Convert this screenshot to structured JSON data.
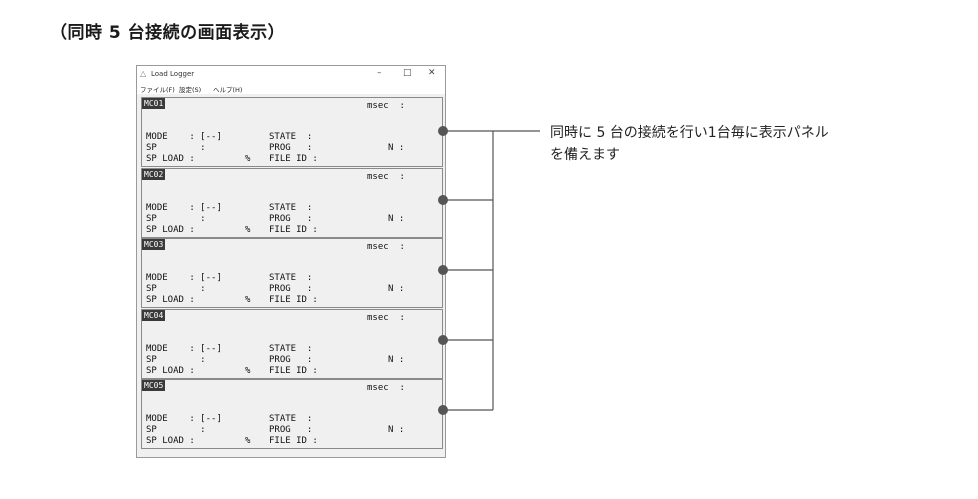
{
  "heading": "（同時 5 台接続の画面表示）",
  "window": {
    "title": "Load Logger",
    "controls": {
      "minimize": "–",
      "maximize": "□",
      "close": "✕"
    },
    "menu": [
      "ファイル(F)",
      "設定(S)",
      "ヘルプ(H)"
    ]
  },
  "panels": [
    {
      "id": "MC01",
      "msec": "msec  :",
      "mode": "MODE    : [--]",
      "sp": "SP        :",
      "spload": "SP LOAD :",
      "pct": "%",
      "state": "STATE  :",
      "prog": "PROG   :",
      "n": "N :",
      "fileid": "FILE ID :"
    },
    {
      "id": "MC02",
      "msec": "msec  :",
      "mode": "MODE    : [--]",
      "sp": "SP        :",
      "spload": "SP LOAD :",
      "pct": "%",
      "state": "STATE  :",
      "prog": "PROG   :",
      "n": "N :",
      "fileid": "FILE ID :"
    },
    {
      "id": "MC03",
      "msec": "msec  :",
      "mode": "MODE    : [--]",
      "sp": "SP        :",
      "spload": "SP LOAD :",
      "pct": "%",
      "state": "STATE  :",
      "prog": "PROG   :",
      "n": "N :",
      "fileid": "FILE ID :"
    },
    {
      "id": "MC04",
      "msec": "msec  :",
      "mode": "MODE    : [--]",
      "sp": "SP        :",
      "spload": "SP LOAD :",
      "pct": "%",
      "state": "STATE  :",
      "prog": "PROG   :",
      "n": "N :",
      "fileid": "FILE ID :"
    },
    {
      "id": "MC05",
      "msec": "msec  :",
      "mode": "MODE    : [--]",
      "sp": "SP        :",
      "spload": "SP LOAD :",
      "pct": "%",
      "state": "STATE  :",
      "prog": "PROG   :",
      "n": "N :",
      "fileid": "FILE ID :"
    }
  ],
  "callout": {
    "line1": "同時に 5 台の接続を行い1台毎に表示パネル",
    "line2": "を備えます"
  },
  "colors": {
    "connector": "#555555",
    "panel_tag": "#3a3a3a"
  }
}
